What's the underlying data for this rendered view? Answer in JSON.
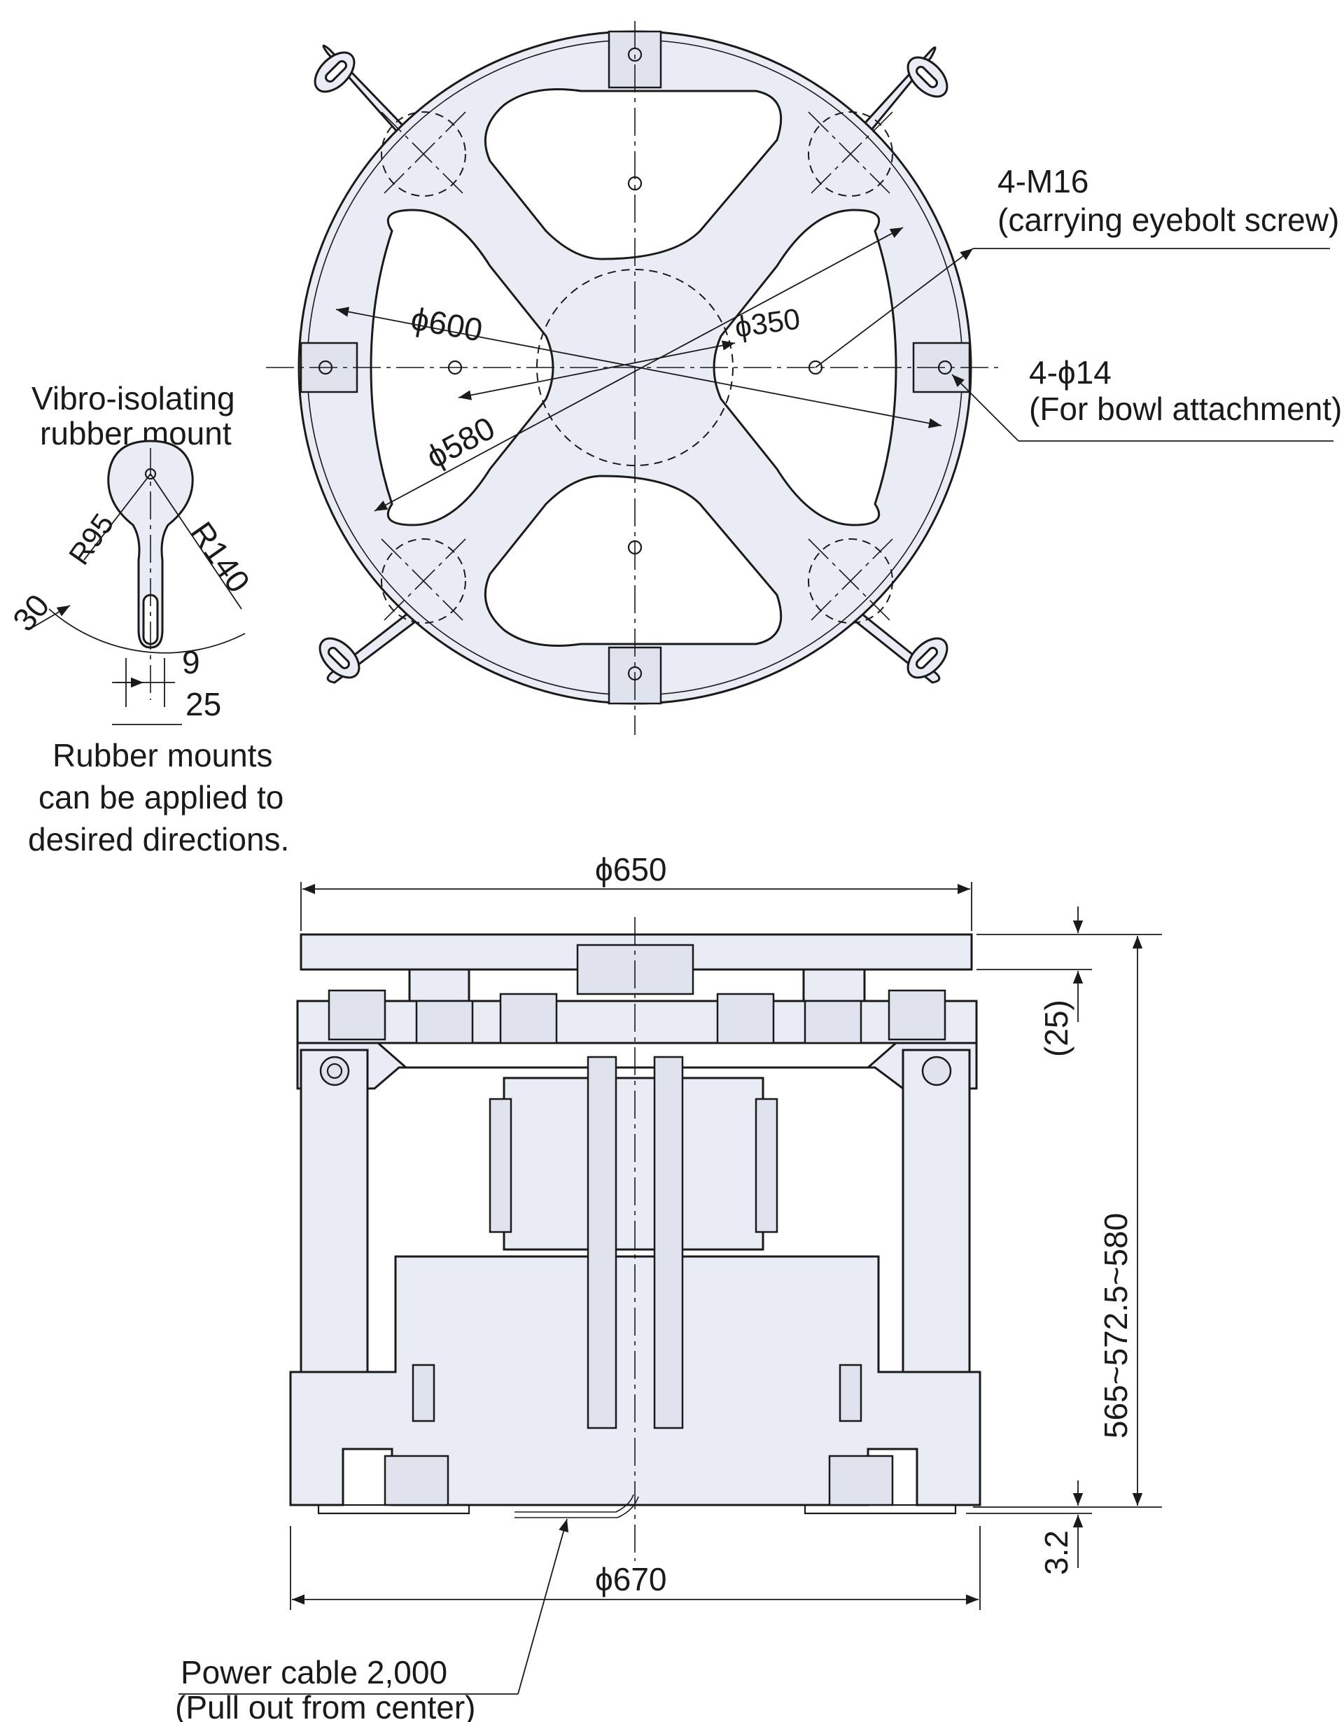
{
  "labels": {
    "m16_title": "4-M16",
    "m16_desc": "(carrying eyebolt screw)",
    "hole14_title": "4-ϕ14",
    "hole14_desc": "(For bowl attachment)",
    "phi600": "ϕ600",
    "phi580": "ϕ580",
    "phi350": "ϕ350",
    "vibro_line1": "Vibro-isolating",
    "vibro_line2": "rubber mount",
    "r95": "R95",
    "r140": "R140",
    "d30": "30",
    "d9": "9",
    "d25": "25",
    "rubber_line1": "Rubber mounts",
    "rubber_line2": "can be applied to",
    "rubber_line3": "desired directions.",
    "phi650": "ϕ650",
    "phi670": "ϕ670",
    "d25_paren": "(25)",
    "height_range": "565~572.5~580",
    "d3_2": "3.2",
    "cable_line1": "Power cable 2,000",
    "cable_line2": "(Pull out from center)"
  },
  "colors": {
    "body_fill": "#e9ecf5",
    "line": "#1a1a1a"
  }
}
